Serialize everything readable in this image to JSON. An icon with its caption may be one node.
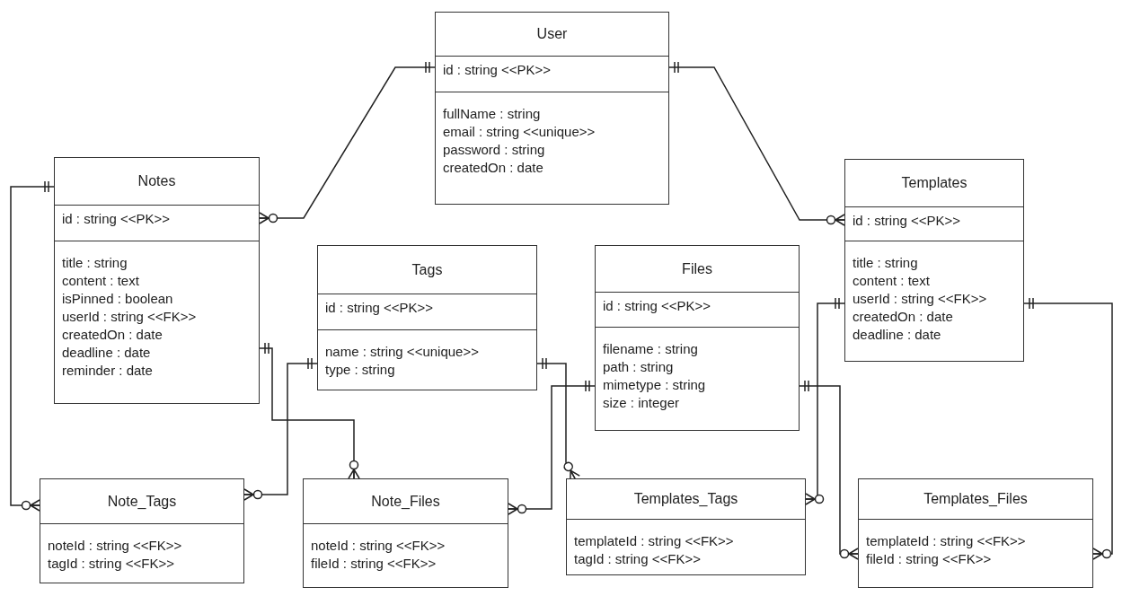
{
  "diagram": {
    "nodes": [
      {
        "text": [
          "User",
          "id : string <<PK>>",
          "fullName : string",
          "email : string <<unique>>",
          "password : string",
          "createdOn : date"
        ]
      },
      {
        "text": [
          "Notes",
          "id : string <<PK>>",
          "title : string",
          "content : text",
          "isPinned : boolean",
          "userId : string <<FK>>",
          "createdOn : date",
          "deadline : date",
          "reminder : date"
        ]
      },
      {
        "text": [
          "Templates",
          "id : string <<PK>>",
          "title : string",
          "content : text",
          "userId : string <<FK>>",
          "createdOn : date",
          "deadline : date"
        ]
      },
      {
        "text": [
          "Tags",
          "id : string <<PK>>",
          "name : string <<unique>>",
          "type : string"
        ]
      },
      {
        "text": [
          "Files",
          "id : string <<PK>>",
          "filename : string",
          "path : string",
          "mimetype : string",
          "size : integer"
        ]
      },
      {
        "text": [
          "Note_Tags",
          "noteId : string <<FK>>",
          "tagId : string <<FK>>"
        ]
      },
      {
        "text": [
          "Note_Files",
          "noteId : string <<FK>>",
          "fileId : string <<FK>>"
        ]
      },
      {
        "text": [
          "Templates_Tags",
          "templateId : string <<FK>>",
          "tagId : string <<FK>>"
        ]
      },
      {
        "text": [
          "Templates_Files",
          "templateId : string <<FK>>",
          "fileId : string <<FK>>"
        ]
      }
    ],
    "edges": [
      {
        "from": 0,
        "to": 1,
        "arrow": "other"
      },
      {
        "from": 0,
        "to": 2,
        "arrow": "other"
      },
      {
        "from": 1,
        "to": 5,
        "arrow": "other"
      },
      {
        "from": 1,
        "to": 6,
        "arrow": "other"
      },
      {
        "from": 3,
        "to": 5,
        "arrow": "other"
      },
      {
        "from": 3,
        "to": 7,
        "arrow": "other"
      },
      {
        "from": 4,
        "to": 6,
        "arrow": "other"
      },
      {
        "from": 2,
        "to": 7,
        "arrow": "other"
      },
      {
        "from": 4,
        "to": 8,
        "arrow": "other"
      },
      {
        "from": 2,
        "to": 8,
        "arrow": "other"
      }
    ]
  }
}
